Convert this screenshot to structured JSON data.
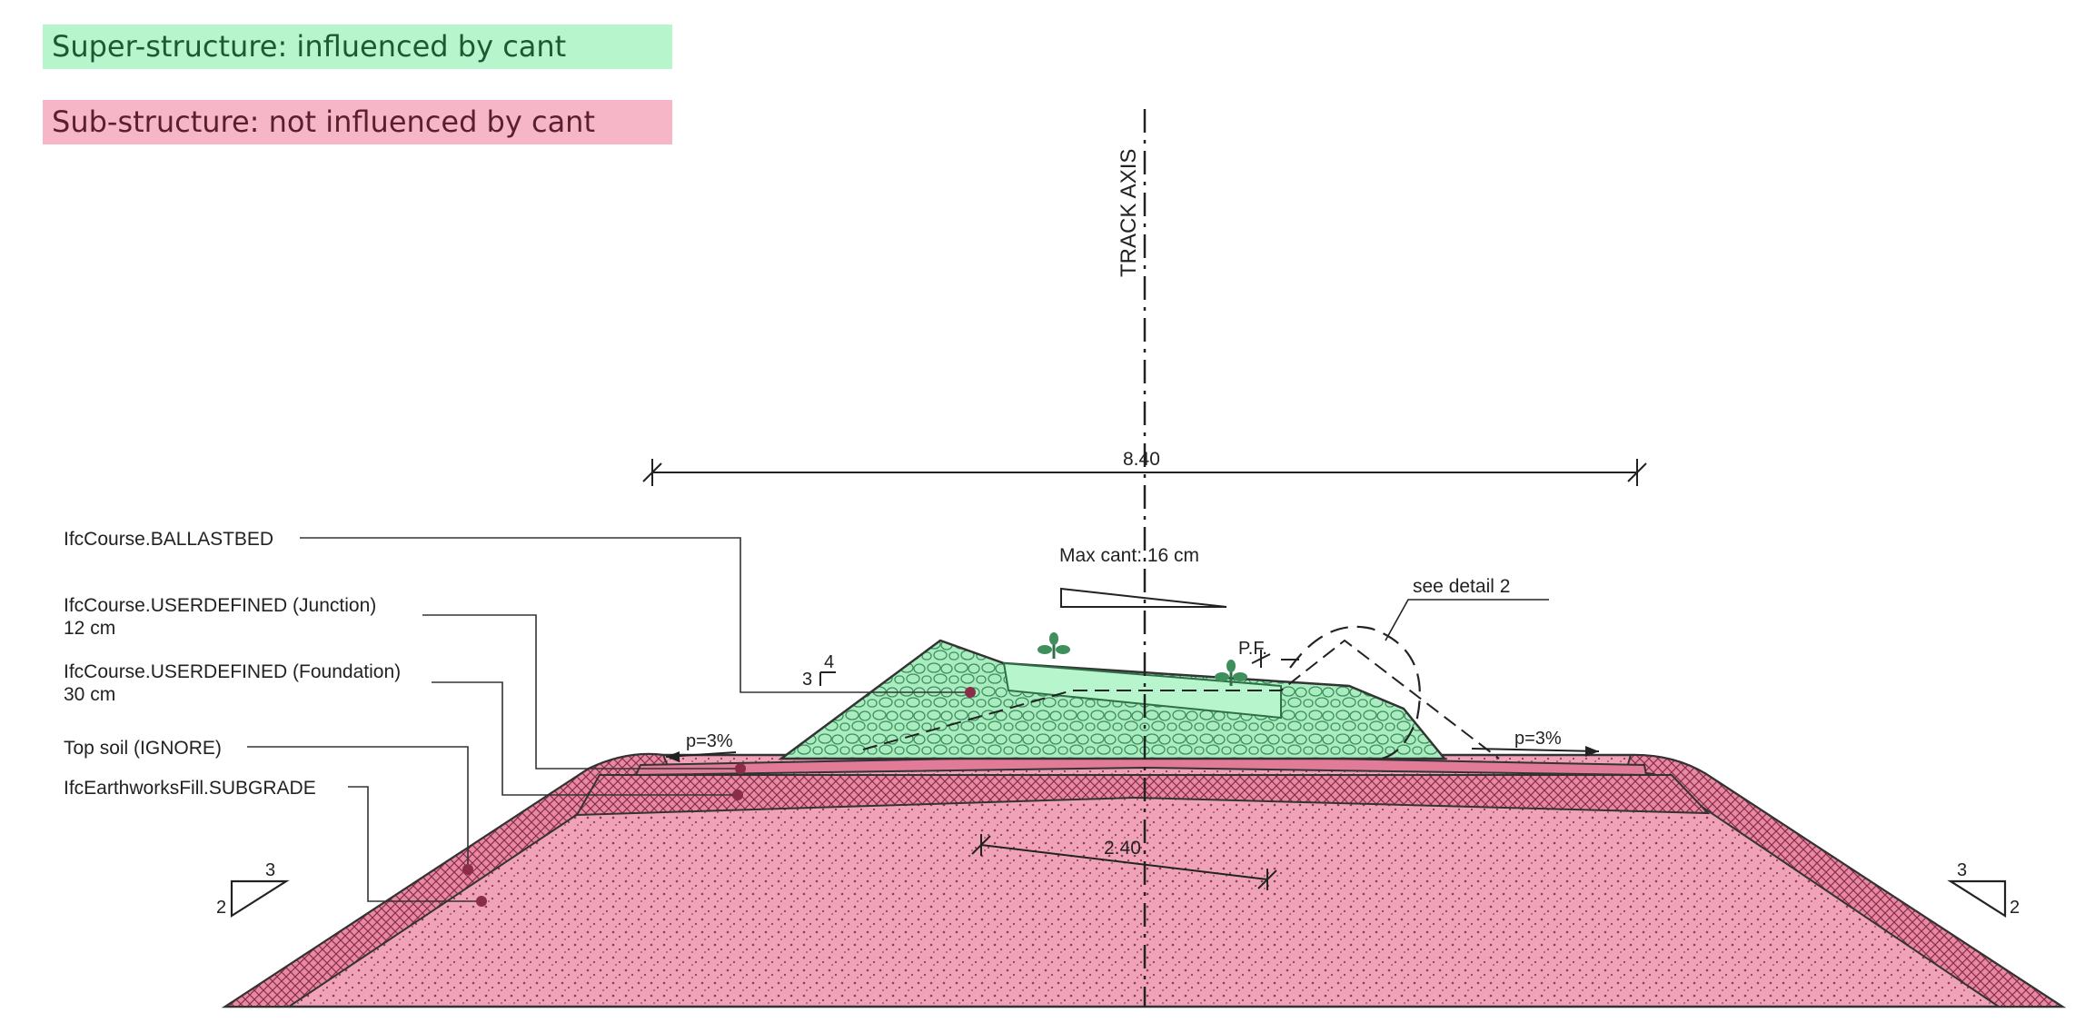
{
  "legend": {
    "super_structure": "Super-structure: influenced by cant",
    "sub_structure": "Sub-structure: not influenced by cant"
  },
  "colors": {
    "super_fill": "#b7f5cc",
    "super_text": "#1d5a33",
    "sub_fill": "#f7b6c8",
    "sub_text": "#5a1f2c",
    "ballast_fill": "#a9ecbf",
    "subgrade_fill": "#f0a3b8",
    "junction_fill": "#e27b98"
  },
  "diagram": {
    "track_axis": "TRACK AXIS",
    "top_width_dim": "8.40",
    "max_cant": "Max cant: 16 cm",
    "see_detail": "see detail 2",
    "pf_label": "P.F.",
    "slope_left": "p=3%",
    "slope_right": "p=3%",
    "sleeper_dim": "2.40",
    "ballast_slope": {
      "rise": "4",
      "run": "3"
    },
    "embankment_left": {
      "rise": "2",
      "run": "3"
    },
    "embankment_right": {
      "rise": "2",
      "run": "3"
    },
    "icons": [
      "plant-icon",
      "plant-icon"
    ]
  },
  "callouts": [
    {
      "line1": "IfcCourse.BALLASTBED",
      "line2": ""
    },
    {
      "line1": "IfcCourse.USERDEFINED (Junction)",
      "line2": "12 cm"
    },
    {
      "line1": "IfcCourse.USERDEFINED (Foundation)",
      "line2": "30 cm"
    },
    {
      "line1": "Top soil (IGNORE)",
      "line2": ""
    },
    {
      "line1": "IfcEarthworksFill.SUBGRADE",
      "line2": ""
    }
  ]
}
